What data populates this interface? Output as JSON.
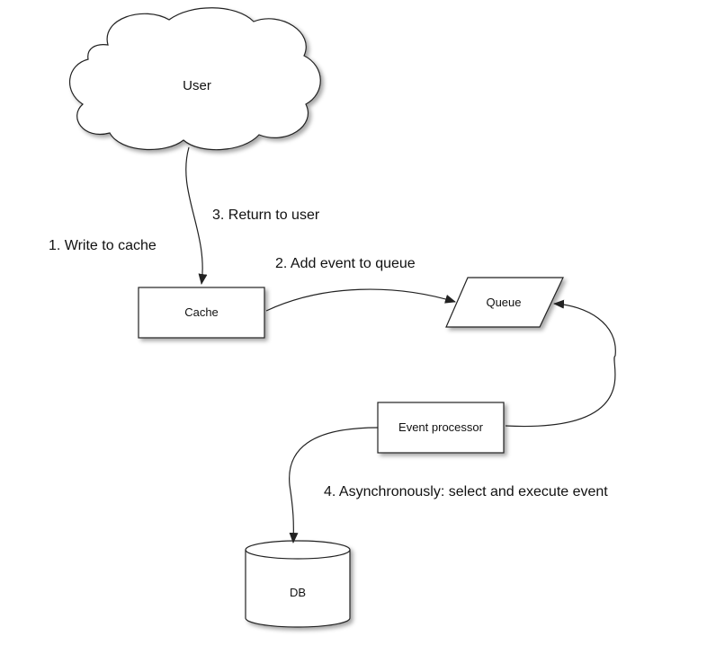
{
  "nodes": {
    "user": "User",
    "cache": "Cache",
    "queue": "Queue",
    "event_processor": "Event processor",
    "db": "DB"
  },
  "edges": {
    "write_to_cache": "1. Write to cache",
    "add_event_to_queue": "2. Add event to queue",
    "return_to_user": "3. Return to user",
    "async_select_execute": "4. Asynchronously: select and execute event"
  }
}
